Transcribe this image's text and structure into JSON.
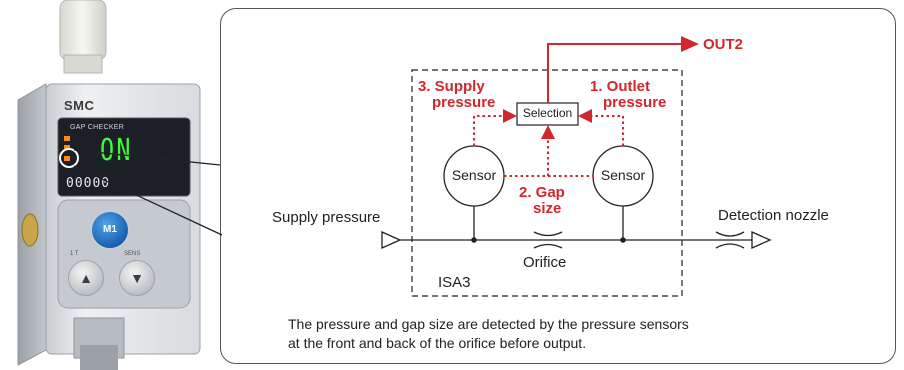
{
  "device": {
    "brand": "SMC",
    "screen_title": "GAP CHECKER",
    "display_value": "ON",
    "sub_display": "00000",
    "button_main": "M1",
    "label_left": "1 T",
    "label_right": "SENS"
  },
  "diagram": {
    "out_label": "OUT2",
    "selection_label": "Selection",
    "supply_pressure_red": [
      "3. Supply",
      "pressure"
    ],
    "outlet_pressure_red": [
      "1. Outlet",
      "pressure"
    ],
    "gap_size_red": [
      "2. Gap",
      "size"
    ],
    "sensor_left": "Sensor",
    "sensor_right": "Sensor",
    "supply_pressure": "Supply pressure",
    "detection_nozzle": "Detection nozzle",
    "orifice": "Orifice",
    "module": "ISA3",
    "caption": [
      "The pressure and gap size are detected by the pressure sensors",
      "at the front and back of the orifice before output."
    ]
  },
  "colors": {
    "accent_red": "#d3272d",
    "line": "#222222",
    "display_green": "#3dfb3d",
    "button_blue": "#1a5fb0"
  }
}
